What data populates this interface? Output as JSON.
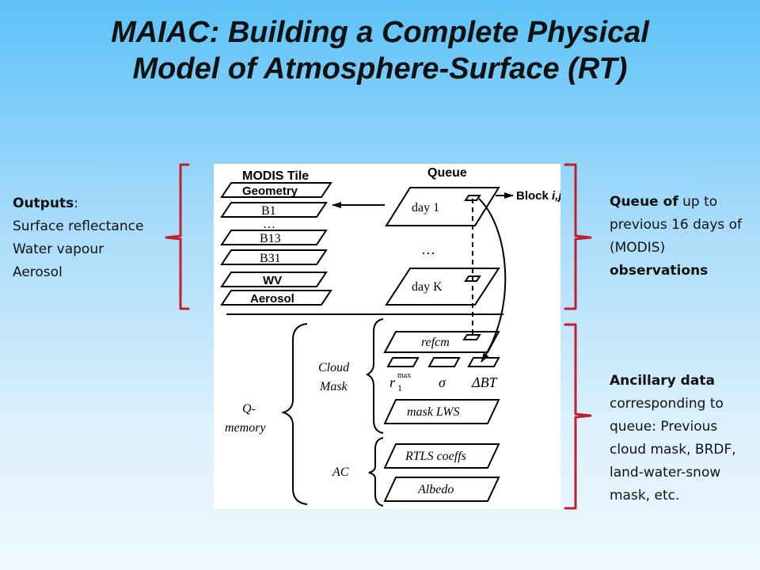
{
  "title": {
    "line1": "MAIAC: Building a Complete Physical",
    "line2": "Model of Atmosphere-Surface (RT)"
  },
  "left_panel": {
    "heading": "Outputs",
    "heading_suffix": ":",
    "lines": [
      "Surface reflectance",
      "Water vapour",
      "Aerosol"
    ]
  },
  "right_top": {
    "bold1": "Queue of",
    "text1": " up to previous 16 days of (MODIS) ",
    "bold2": "observations"
  },
  "right_bottom": {
    "bold1": "Ancillary data",
    "text1": " corresponding to queue: Previous cloud mask, BRDF, land-water-snow mask, etc."
  },
  "figure": {
    "modis_tile_label": "MODIS Tile",
    "tile_layers": [
      "Geometry",
      "B1",
      "…",
      "B13",
      "B31",
      "WV",
      "Aerosol"
    ],
    "queue_label": "Queue",
    "day1": "day 1",
    "dayK": "day K",
    "ellipsis": "…",
    "block": "Block ",
    "block_ij": "i,j",
    "q_memory_1": "Q-",
    "q_memory_2": "memory",
    "cloud_mask_1": "Cloud",
    "cloud_mask_2": "Mask",
    "refcm": "refcm",
    "r_symbol": "r",
    "r_sub": "1",
    "r_sup": "max",
    "sigma": "σ",
    "delta_bt": "ΔBT",
    "mask_lws": "mask  LWS",
    "ac_label": "AC",
    "rtls": "RTLS coeffs",
    "albedo": "Albedo"
  },
  "colors": {
    "bracket": "#c0202a",
    "background_top": "#5cc2f7",
    "background_bottom": "#eef8ff"
  }
}
